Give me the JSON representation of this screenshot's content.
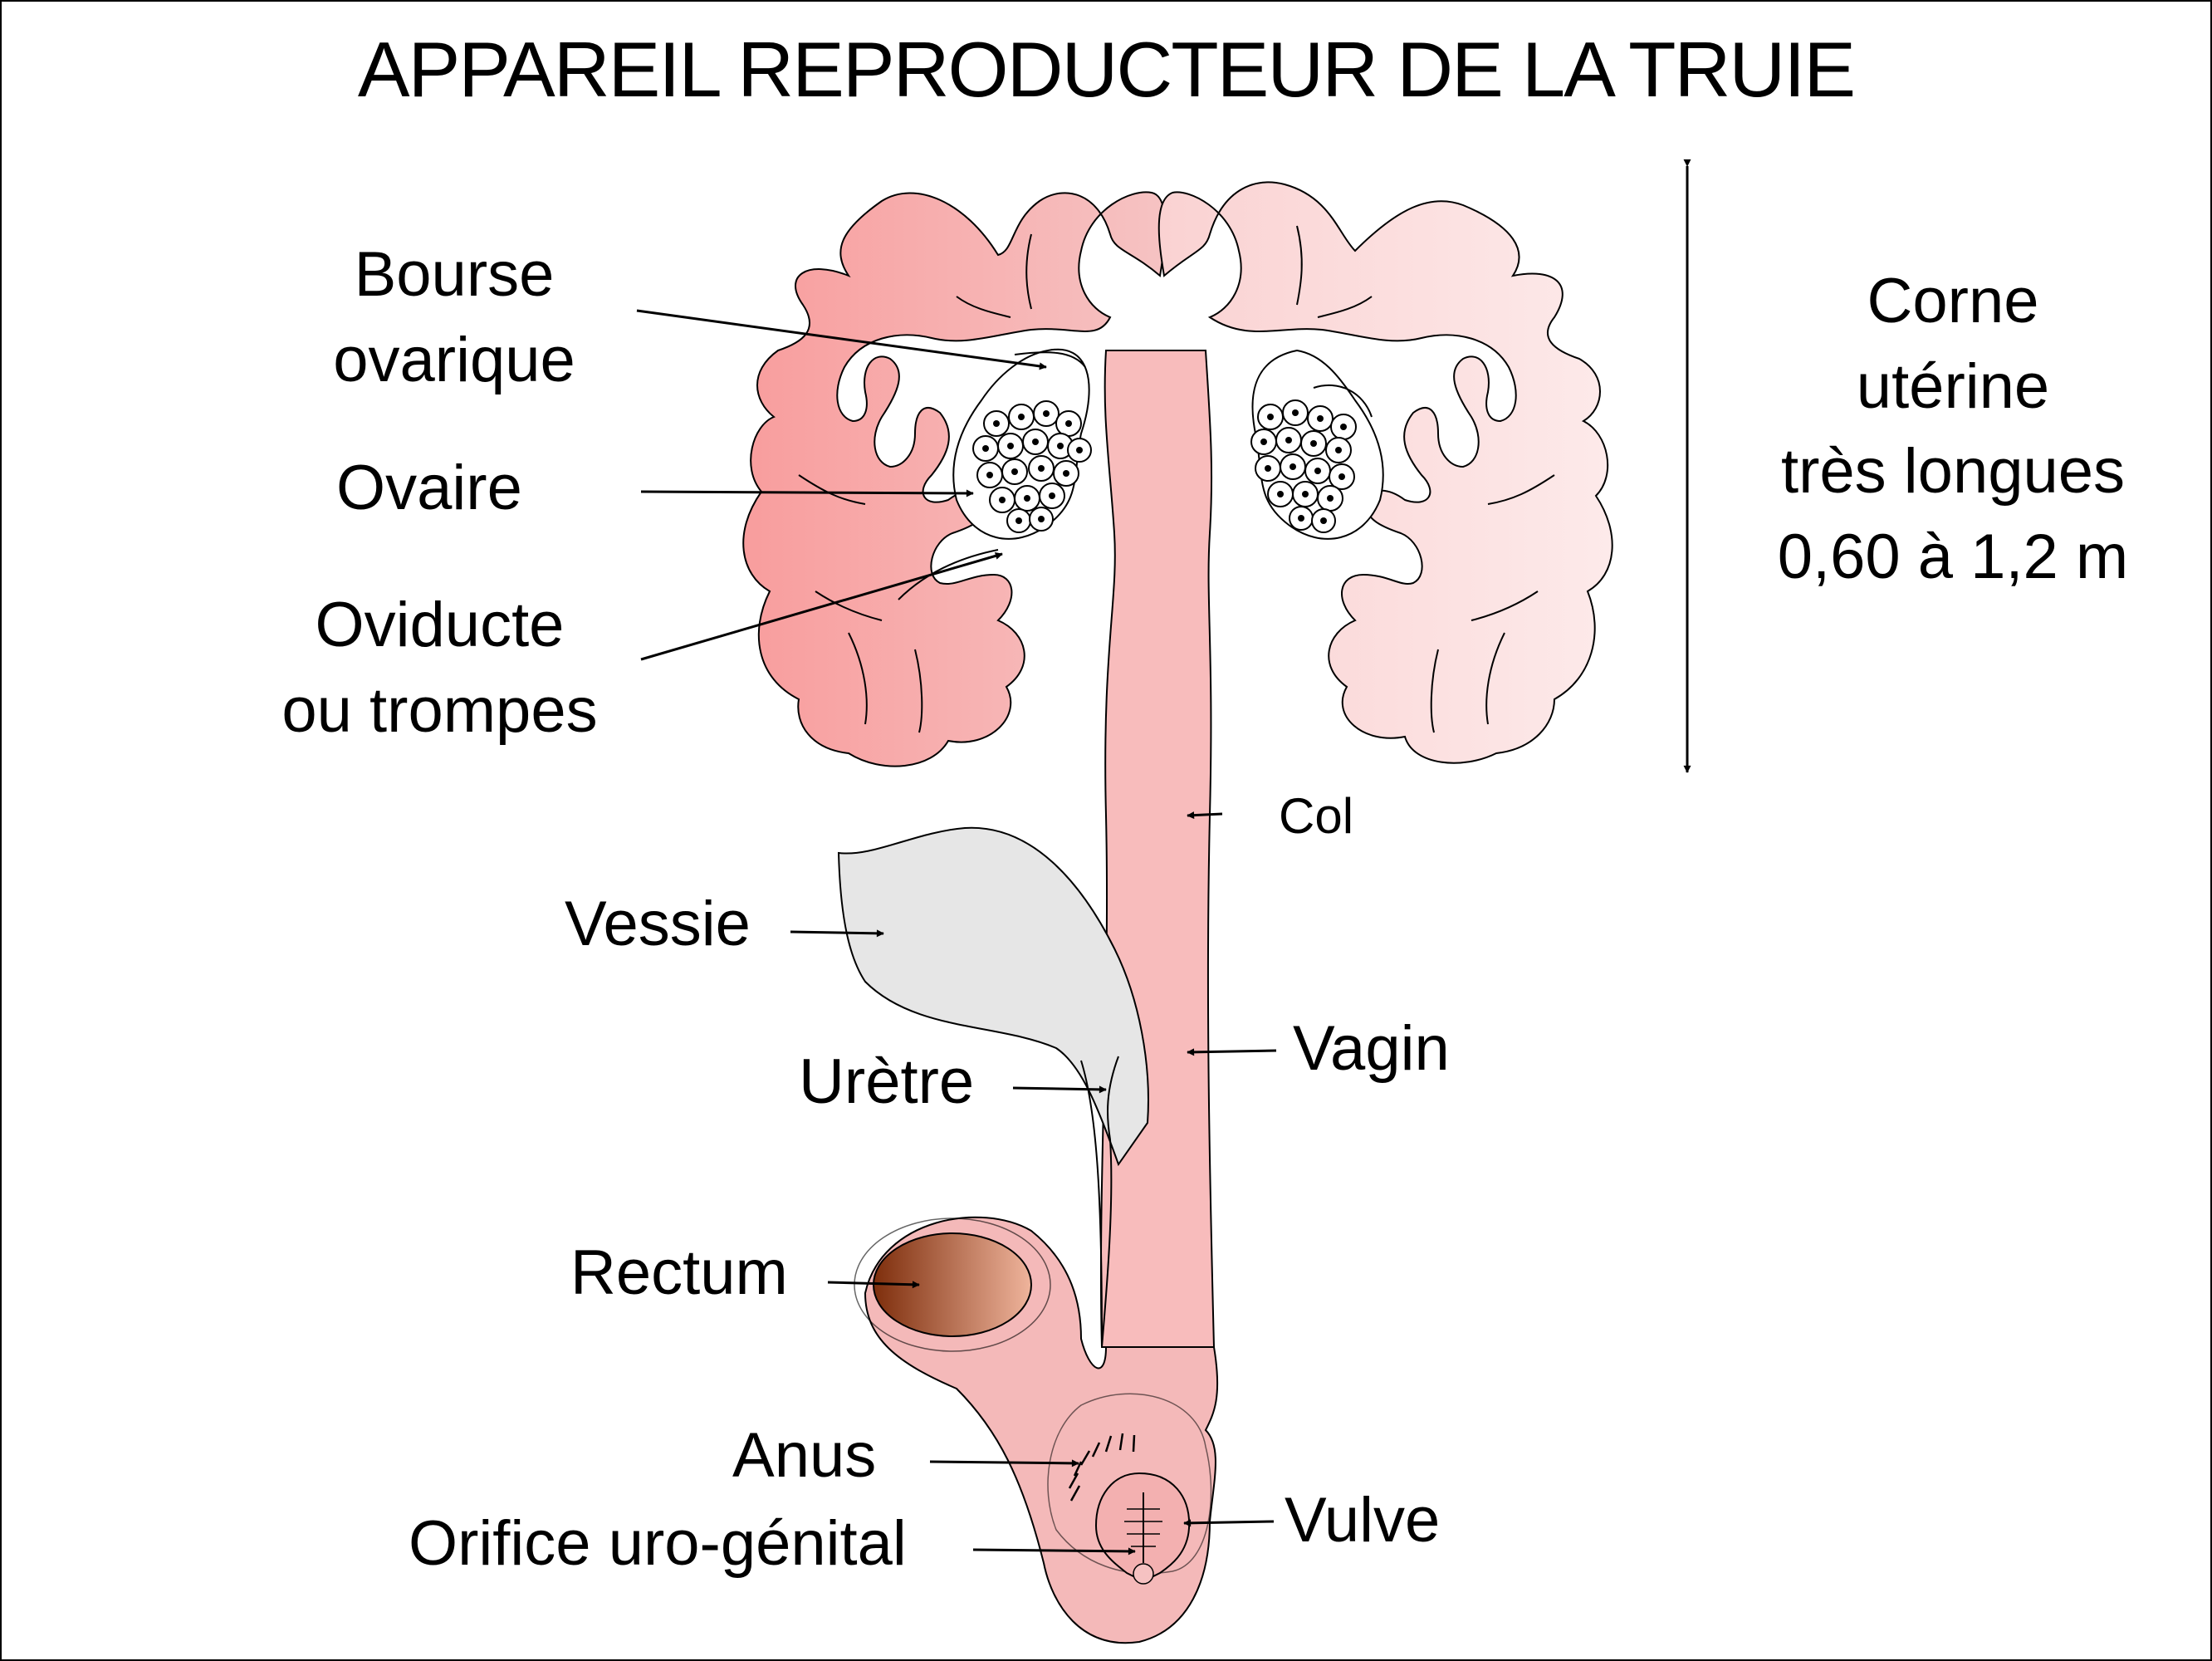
{
  "title": "APPAREIL REPRODUCTEUR DE LA TRUIE",
  "labels": {
    "bourse": "Bourse\novarique",
    "ovaire": "Ovaire",
    "oviducte": "Oviducte\nou trompes",
    "corne": "Corne\nutérine\ntrès longues\n0,60 à 1,2 m",
    "col": "Col",
    "vessie": "Vessie",
    "vagin": "Vagin",
    "uretre": "Urètre",
    "rectum": "Rectum",
    "anus": "Anus",
    "orifice": "Orifice uro-génital",
    "vulve": "Vulve"
  },
  "colors": {
    "uterus_left": "#f7a7a7",
    "uterus_right": "#fde5e5",
    "body": "#f4bcbc",
    "bladder": "#e6e6e6",
    "rectum_dark": "#8a3a16",
    "outline": "#000000"
  }
}
